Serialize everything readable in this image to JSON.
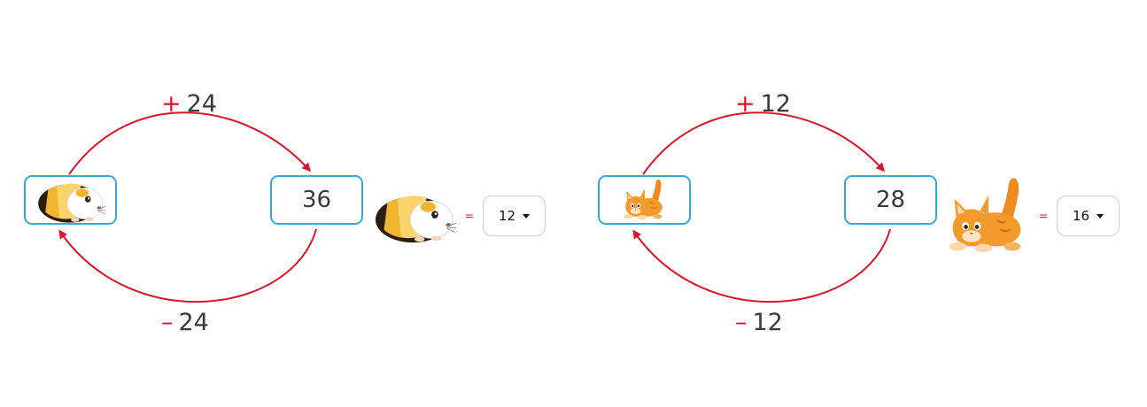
{
  "puzzles": [
    {
      "animal": "guinea-pig",
      "top_operation": {
        "sign": "+",
        "value": "24"
      },
      "bottom_operation": {
        "sign": "–",
        "value": "24"
      },
      "result_value": "36",
      "equals": "=",
      "answer_dropdown": {
        "selected": "12"
      },
      "colors": {
        "arrow": "#d9162b",
        "box_border": "#35aad8"
      }
    },
    {
      "animal": "cat",
      "top_operation": {
        "sign": "+",
        "value": "12"
      },
      "bottom_operation": {
        "sign": "–",
        "value": "12"
      },
      "result_value": "28",
      "equals": "=",
      "answer_dropdown": {
        "selected": "16"
      },
      "colors": {
        "arrow": "#d9162b",
        "box_border": "#35aad8"
      }
    }
  ]
}
